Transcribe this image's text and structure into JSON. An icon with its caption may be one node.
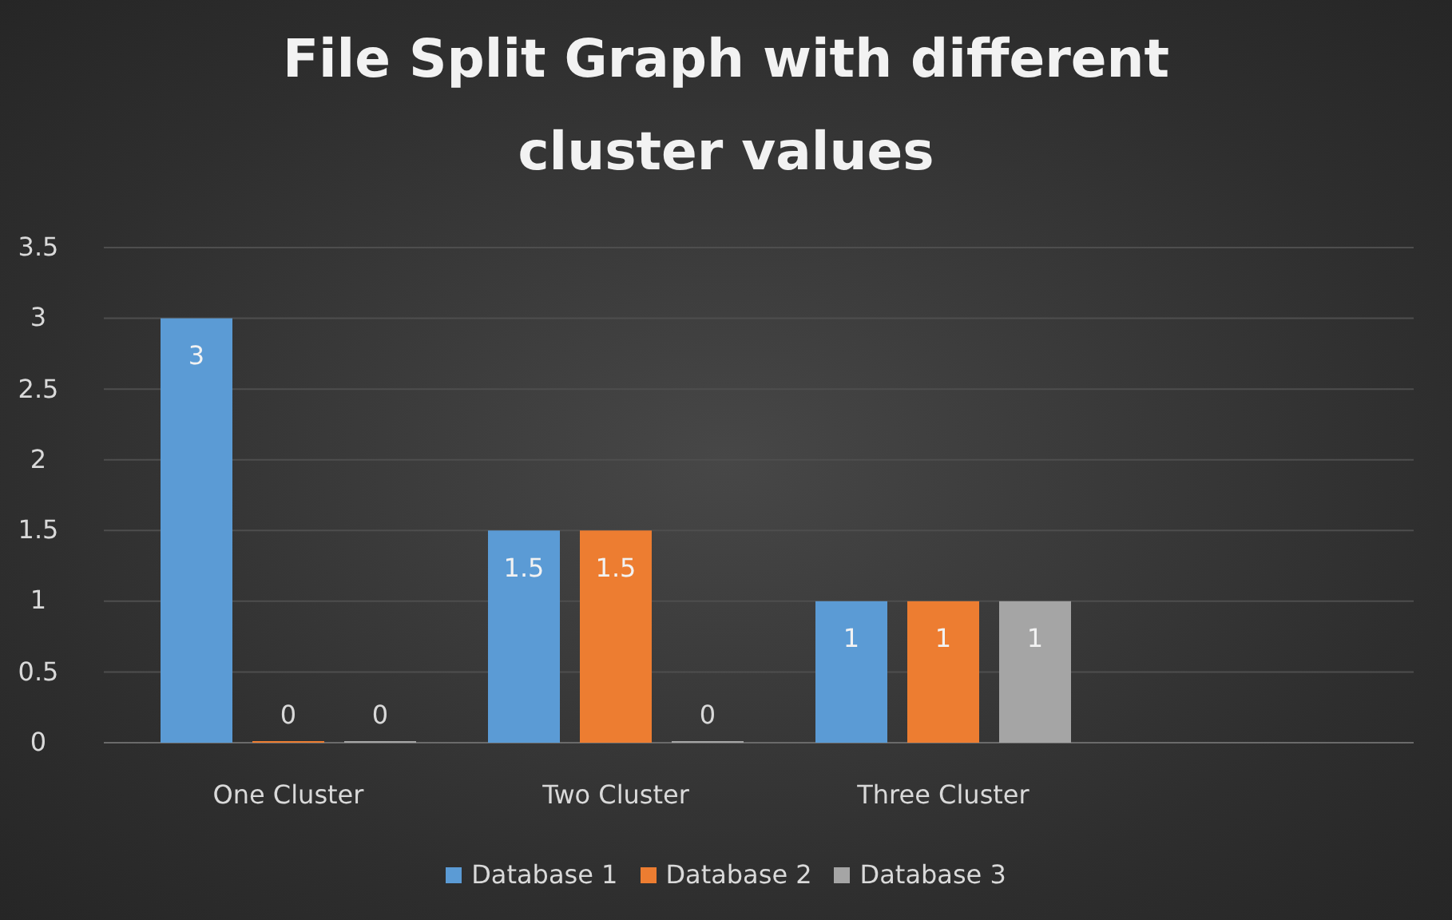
{
  "diagram": {
    "chart_data": {
      "type": "bar",
      "title": "File Split Graph with different cluster values",
      "categories": [
        "One Cluster",
        "Two Cluster",
        "Three Cluster"
      ],
      "series": [
        {
          "name": "Database 1",
          "color": "#5b9bd5",
          "values": [
            3,
            1.5,
            1
          ]
        },
        {
          "name": "Database 2",
          "color": "#ed7d31",
          "values": [
            0,
            1.5,
            1
          ]
        },
        {
          "name": "Database 3",
          "color": "#a5a5a5",
          "values": [
            0,
            0,
            1
          ]
        }
      ],
      "ylim": [
        0,
        3.5
      ],
      "yticks": [
        0,
        0.5,
        1,
        1.5,
        2,
        2.5,
        3,
        3.5
      ],
      "data_labels": true,
      "grid": true,
      "legend": true
    }
  }
}
